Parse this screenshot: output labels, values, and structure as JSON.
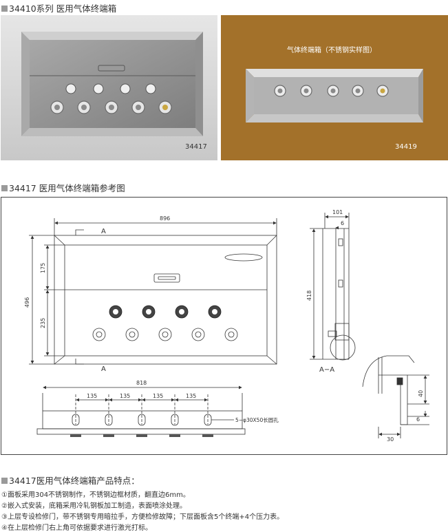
{
  "section1": {
    "title": "34410系列  医用气体终端箱"
  },
  "photos": {
    "left": {
      "code": "34417"
    },
    "right": {
      "caption": "气体终端箱（不锈钢实样图）",
      "code": "34419",
      "bg": "#a3712a"
    }
  },
  "section2": {
    "title": "34417 医用气体终端箱参考图"
  },
  "drawing": {
    "dims": {
      "width_top": "896",
      "height_total": "496",
      "upper": "175",
      "lower": "235",
      "side_depth": "101",
      "side_flange": "6",
      "side_height": "418",
      "bottom_width": "818",
      "spacing": [
        "135",
        "135",
        "135",
        "135"
      ],
      "slot_note": "5−φ30X50长圆孔",
      "detail_40": "40",
      "detail_6": "6",
      "detail_30": "30"
    },
    "section_marks": {
      "a": "A",
      "aa": "A−A"
    }
  },
  "section3": {
    "title": "34417医用气体终端箱产品特点："
  },
  "features": [
    "①面板采用304不锈钢制作，不锈钢边框材质，翻直边6mm。",
    "②嵌入式安装，底箱采用冷轧钢板加工制造，表面喷涂处理。",
    "③上层专设检修门，带不锈钢专用暗拉手，方便检修故障；下层面板含5个终端+4个压力表。",
    "④在上层检修门右上角可依据要求进行激光打标。"
  ]
}
